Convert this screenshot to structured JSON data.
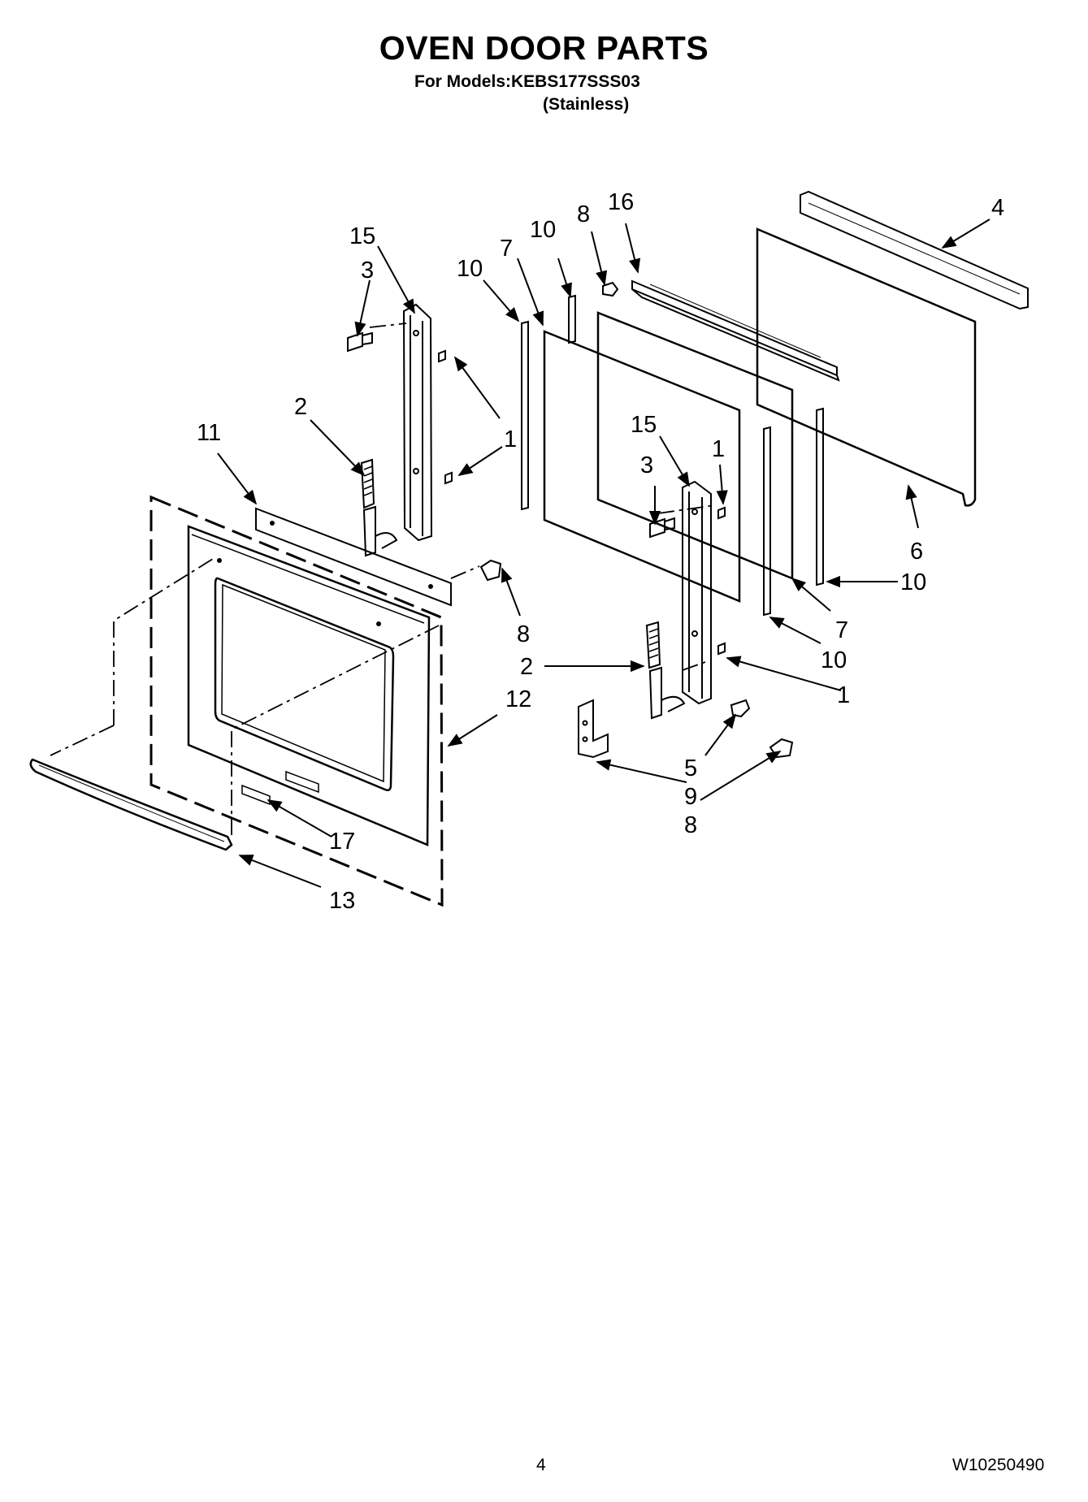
{
  "header": {
    "title": "OVEN DOOR PARTS",
    "models_line": "For Models:KEBS177SSS03",
    "finish_line": "(Stainless)"
  },
  "callouts": {
    "left_15": "15",
    "left_3": "3",
    "left_10": "10",
    "left_7": "7",
    "top_10": "10",
    "top_8": "8",
    "top_16": "16",
    "top_4": "4",
    "left_2": "2",
    "left_11": "11",
    "left_1": "1",
    "right_15": "15",
    "right_1_top": "1",
    "right_3": "3",
    "right_6": "6",
    "right_10_a": "10",
    "mid_8": "8",
    "right_7": "7",
    "mid_2": "2",
    "right_10_b": "10",
    "mid_12": "12",
    "right_1_bottom": "1",
    "mid_5": "5",
    "mid_9": "9",
    "mid_8_bottom": "8",
    "left_17": "17",
    "left_13": "13"
  },
  "footer": {
    "page_number": "4",
    "document_number": "W10250490"
  }
}
